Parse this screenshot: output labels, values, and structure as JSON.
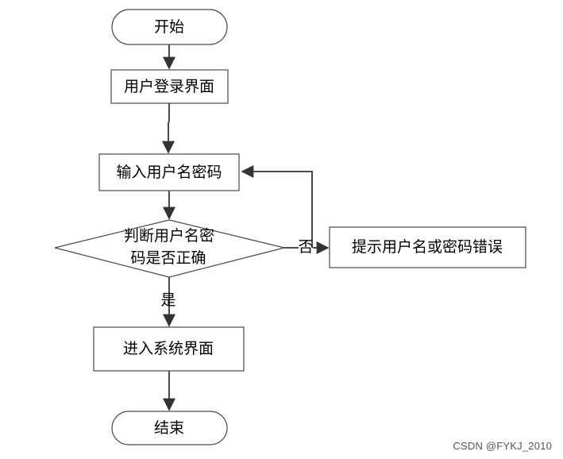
{
  "nodes": {
    "start": "开始",
    "login_ui": "用户登录界面",
    "input": "输入用户名密码",
    "decision_line1": "判断用户名密",
    "decision_line2": "码是否正确",
    "error": "提示用户名或密码错误",
    "system_ui": "进入系统界面",
    "end": "结束"
  },
  "edges": {
    "yes_label": "是",
    "no_label": "否"
  },
  "watermark": "CSDN @FYKJ_2010",
  "colors": {
    "stroke": "#4a4a4a",
    "text": "#000000",
    "background": "#ffffff"
  }
}
